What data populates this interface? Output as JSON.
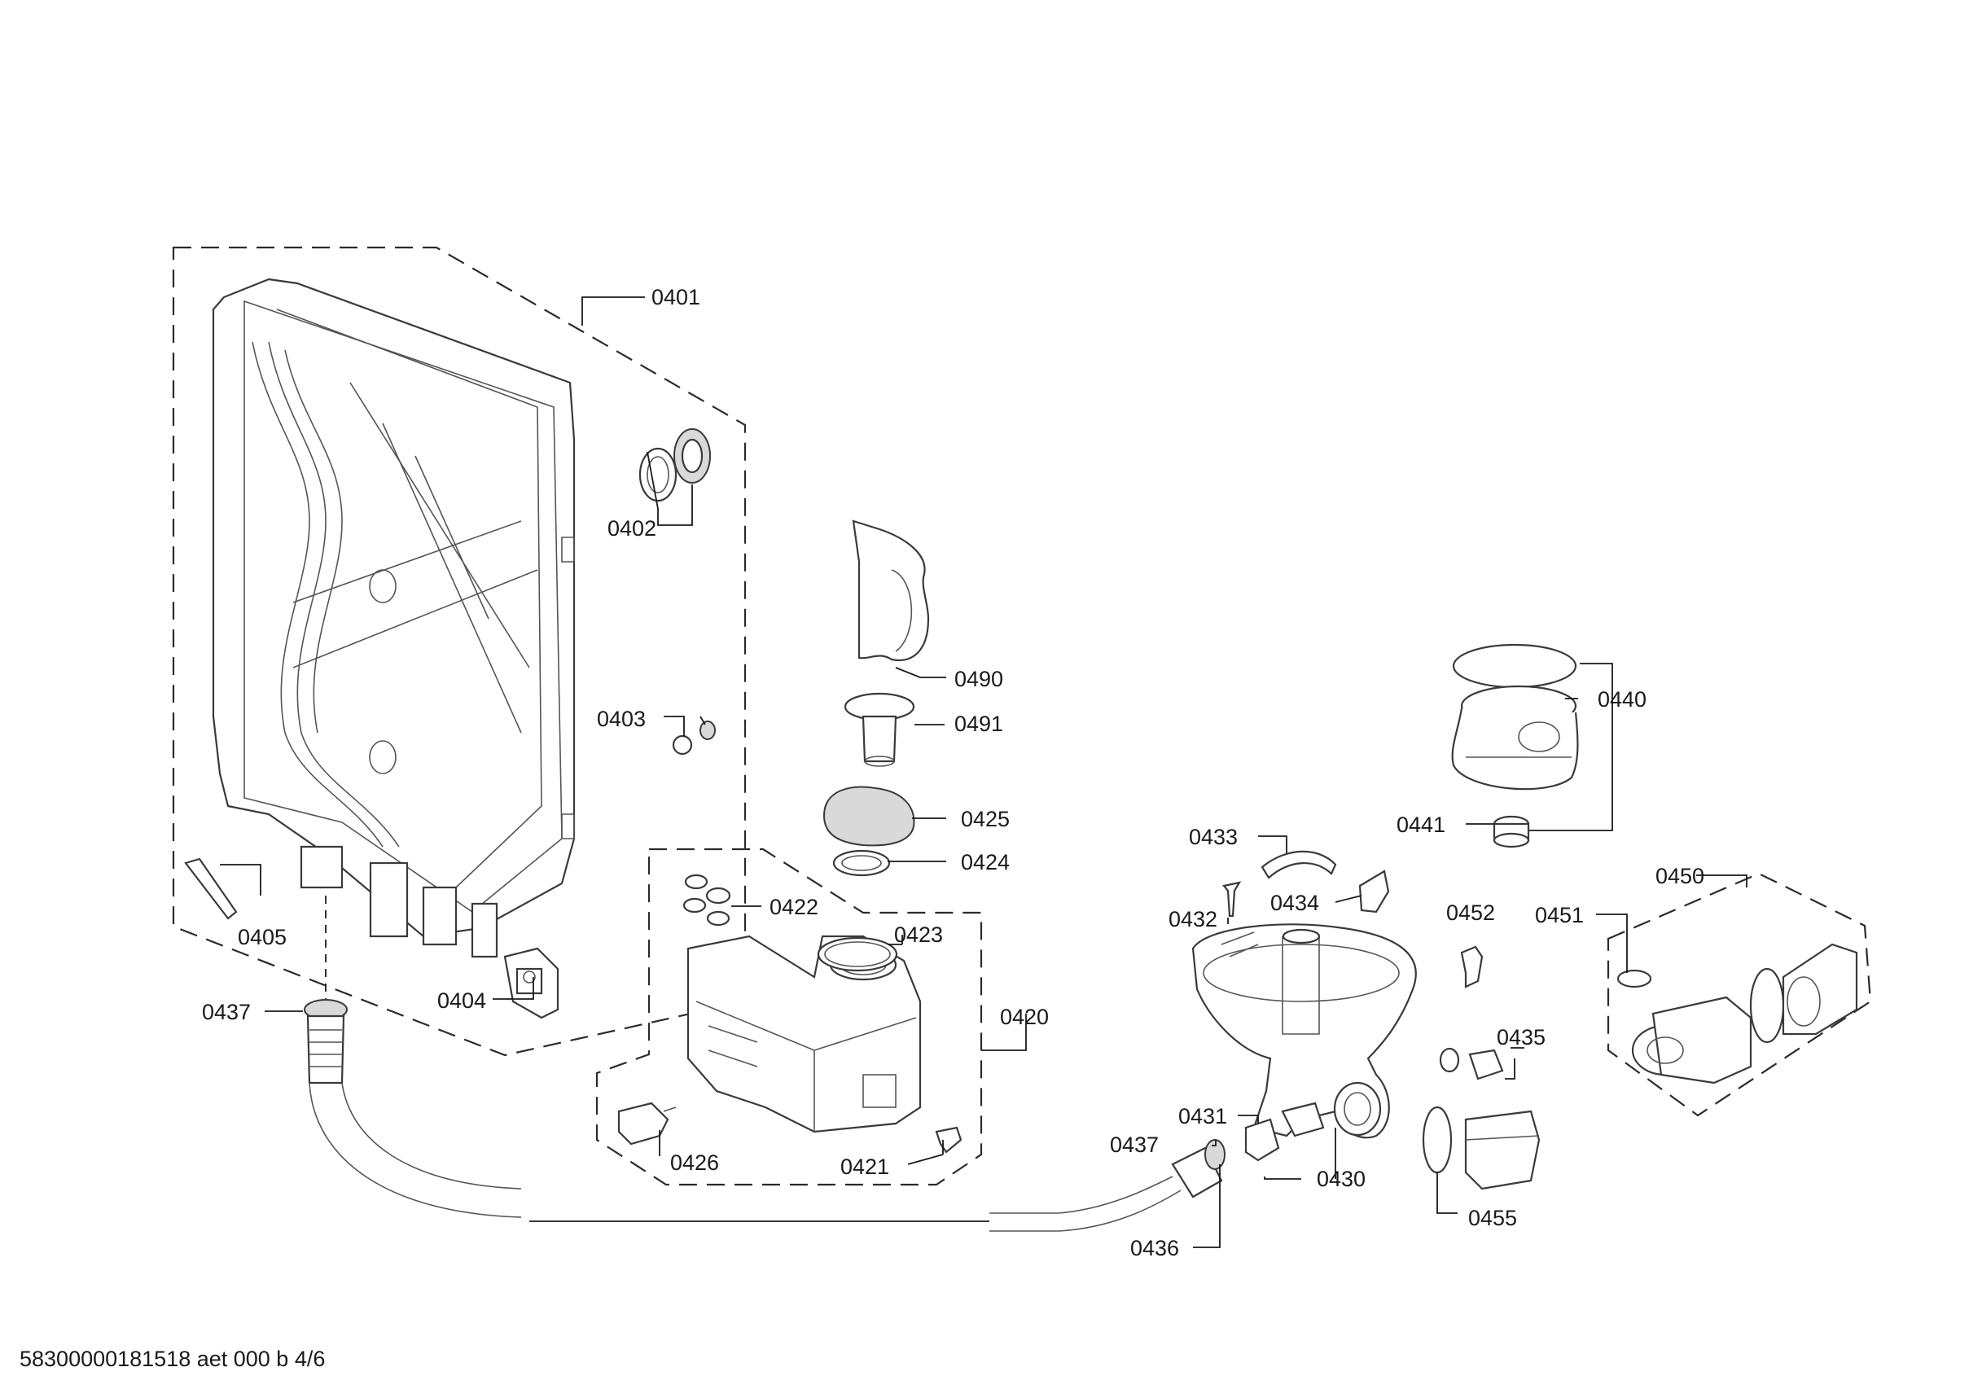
{
  "footer": "58300000181518 aet 000 b 4/6",
  "labels": {
    "p0401": "0401",
    "p0402": "0402",
    "p0403": "0403",
    "p0404": "0404",
    "p0405": "0405",
    "p0437a": "0437",
    "p0490": "0490",
    "p0491": "0491",
    "p0425": "0425",
    "p0424": "0424",
    "p0422": "0422",
    "p0423": "0423",
    "p0420": "0420",
    "p0426": "0426",
    "p0421": "0421",
    "p0433": "0433",
    "p0432": "0432",
    "p0434": "0434",
    "p0431": "0431",
    "p0437b": "0437",
    "p0436": "0436",
    "p0430": "0430",
    "p0440": "0440",
    "p0441": "0441",
    "p0452": "0452",
    "p0435": "0435",
    "p0455": "0455",
    "p0450": "0450",
    "p0451": "0451"
  }
}
